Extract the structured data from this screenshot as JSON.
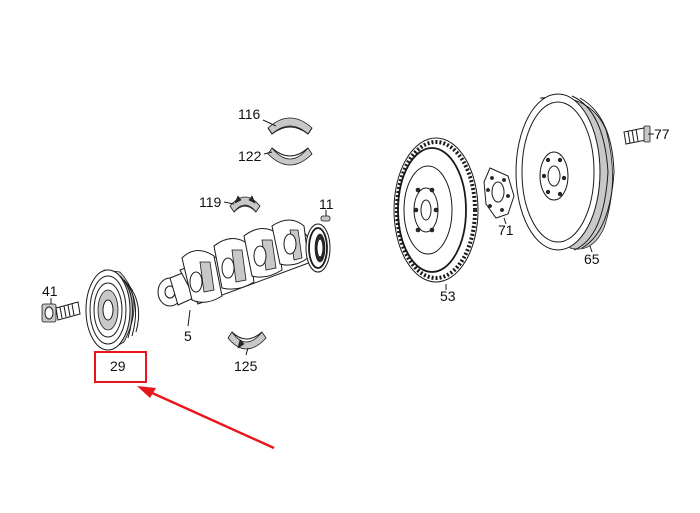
{
  "part_labels": {
    "p116": "116",
    "p122": "122",
    "p119": "119",
    "p11": "11",
    "p41": "41",
    "p29": "29",
    "p5": "5",
    "p125": "125",
    "p53": "53",
    "p71": "71",
    "p65": "65",
    "p77": "77"
  },
  "highlight": {
    "target": "29",
    "color": "#e8151b"
  }
}
